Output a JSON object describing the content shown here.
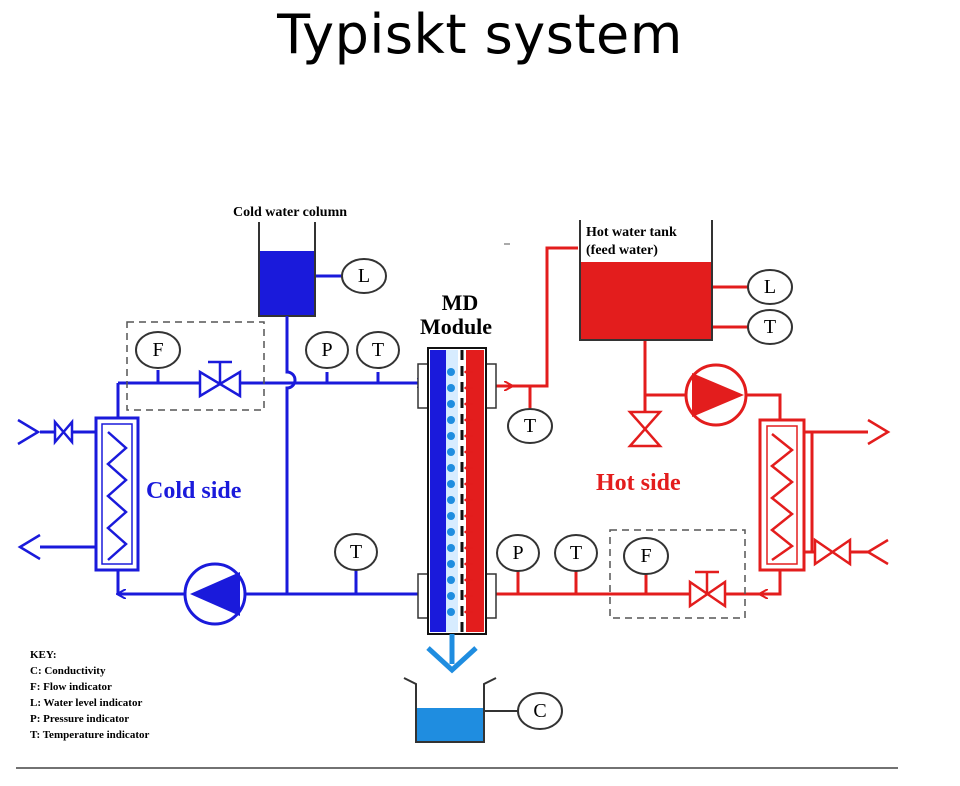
{
  "slide": {
    "title": "Typiskt system"
  },
  "labels": {
    "cold_water_column": "Cold water column",
    "hot_tank_line1": "Hot water tank",
    "hot_tank_line2": "(feed water)",
    "md_line1": "MD",
    "md_line2": "Module",
    "cold_side": "Cold side",
    "hot_side": "Hot side"
  },
  "gauges": {
    "L": "L",
    "F": "F",
    "P": "P",
    "T": "T",
    "C": "C"
  },
  "key": {
    "heading": "KEY:",
    "items": [
      "C: Conductivity",
      "F: Flow indicator",
      "L: Water level indicator",
      "P: Pressure indicator",
      "T: Temperature indicator"
    ]
  },
  "colors": {
    "cold": "#1a1adb",
    "hot": "#e31d1d",
    "permeate": "#1f8de0"
  }
}
